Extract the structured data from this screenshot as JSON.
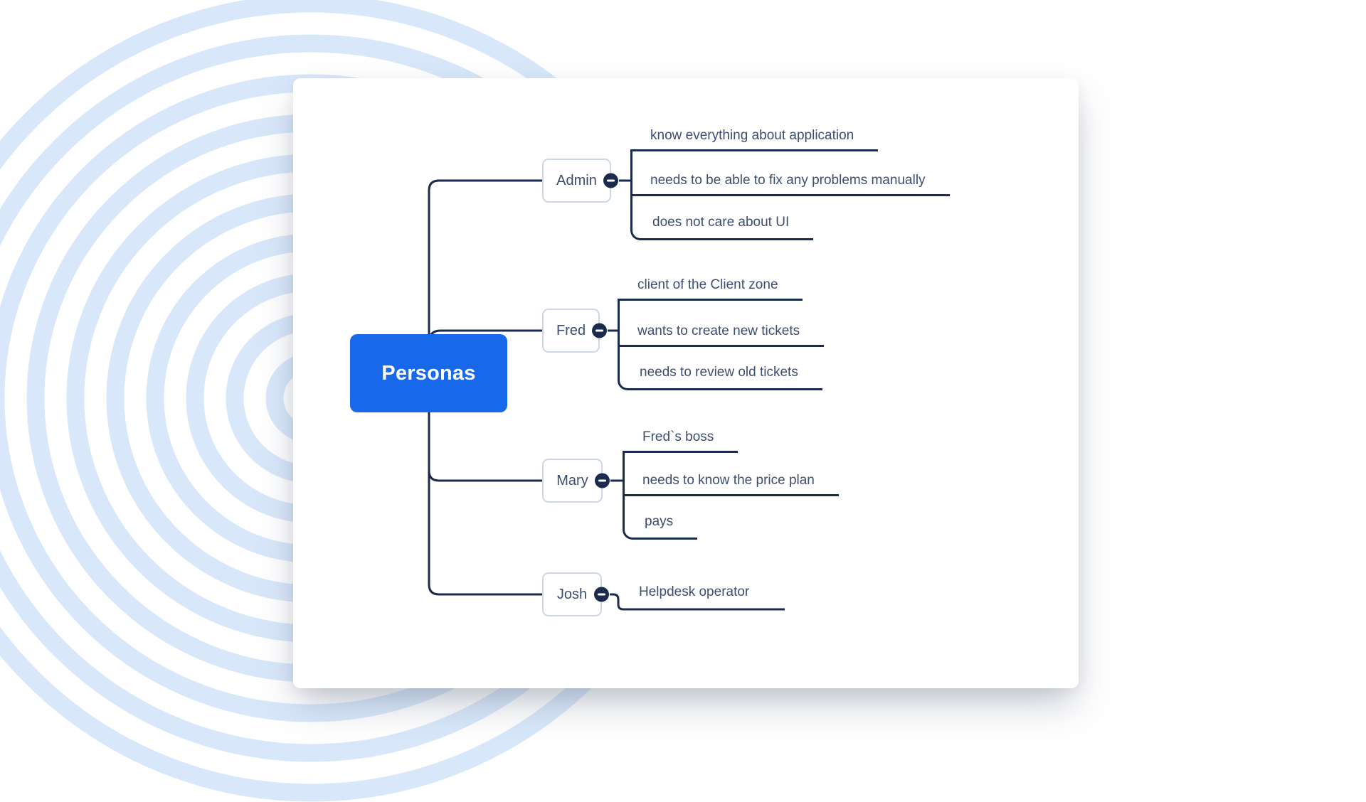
{
  "root": {
    "label": "Personas"
  },
  "branches": [
    {
      "label": "Admin",
      "children": [
        "know everything about application",
        "needs to be able to fix any problems manually",
        "does not care about UI"
      ]
    },
    {
      "label": "Fred",
      "children": [
        "client of the Client zone",
        "wants to create new tickets",
        "needs to review old tickets"
      ]
    },
    {
      "label": "Mary",
      "children": [
        "Fred`s boss",
        "needs to know the price plan",
        "pays"
      ]
    },
    {
      "label": "Josh",
      "children": [
        "Helpdesk operator"
      ]
    }
  ],
  "colors": {
    "accent_blue": "#1769e9",
    "line_navy": "#1a2b4e",
    "text_navy": "#3c4e72",
    "node_border": "#ccd6e4",
    "ring_blue": "#d8e8fa"
  }
}
